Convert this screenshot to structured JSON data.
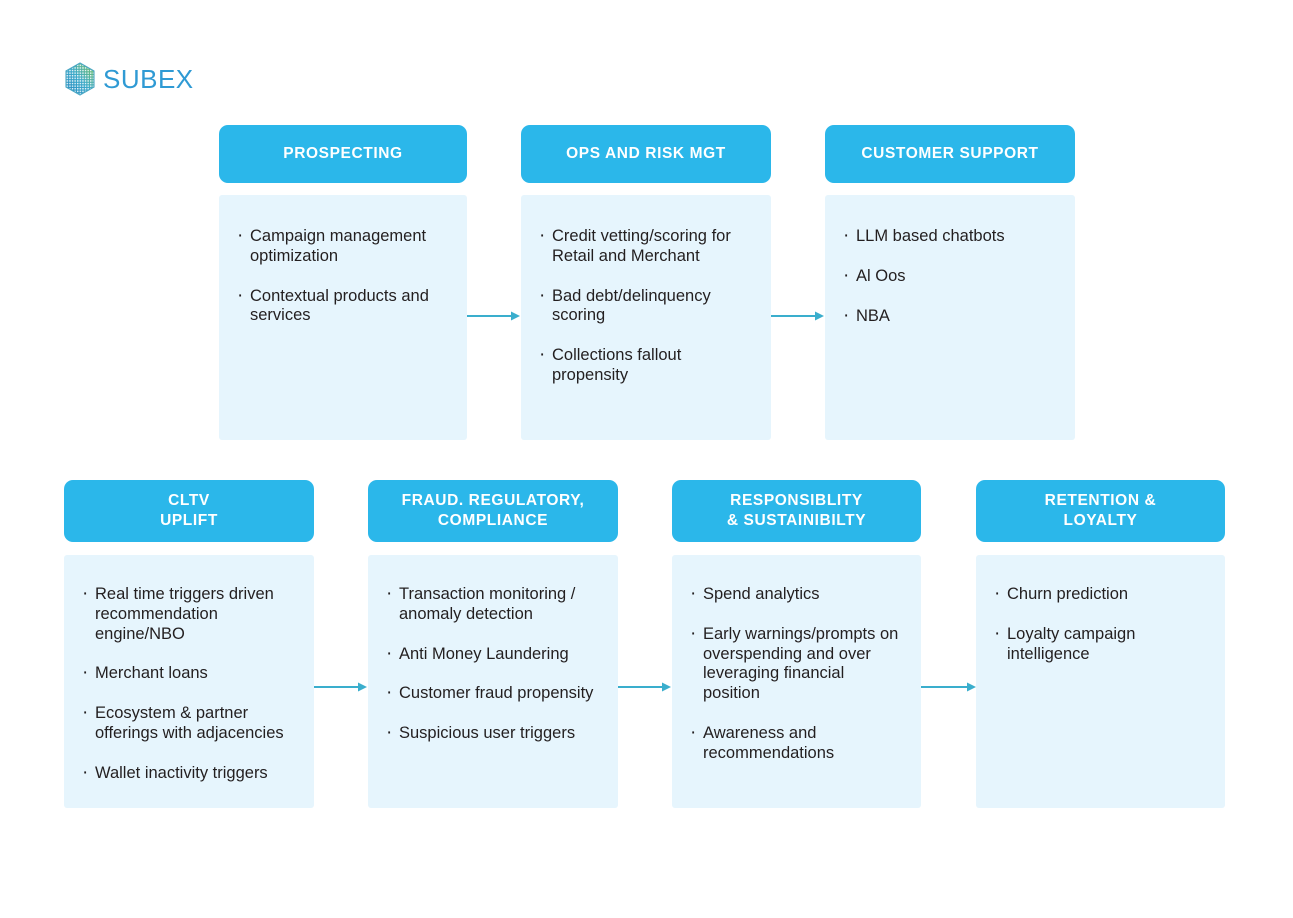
{
  "brand": {
    "name": "SUBEX",
    "logo_icon": "subex-hexagon-logo",
    "wordmark_color": "#2f9ad4",
    "accent_color": "#2bb7ea",
    "card_background_color": "#e6f5fd",
    "arrow_color": "#3aaecd"
  },
  "rows": [
    {
      "id": "row-1",
      "cards": [
        {
          "id": "prospecting",
          "title": "PROSPECTING",
          "items": [
            "Campaign management optimization",
            "Contextual products and services"
          ]
        },
        {
          "id": "ops-and-risk-mgt",
          "title": "OPS AND RISK MGT",
          "items": [
            "Credit vetting/scoring for Retail and Merchant",
            "Bad debt/delinquency scoring",
            "Collections fallout propensity"
          ]
        },
        {
          "id": "customer-support",
          "title": "CUSTOMER SUPPORT",
          "items": [
            "LLM based chatbots",
            "Al Oos",
            "NBA"
          ]
        }
      ]
    },
    {
      "id": "row-2",
      "cards": [
        {
          "id": "cltv-uplift",
          "title_line1": "CLTV",
          "title_line2": "UPLIFT",
          "items": [
            "Real time triggers driven recommendation engine/NBO",
            "Merchant loans",
            "Ecosystem & partner offerings with adjacencies",
            "Wallet inactivity triggers"
          ]
        },
        {
          "id": "fraud-regulatory-compliance",
          "title_line1": "FRAUD. REGULATORY,",
          "title_line2": "COMPLIANCE",
          "items": [
            "Transaction monitoring / anomaly detection",
            "Anti Money Laundering",
            "Customer fraud propensity",
            "Suspicious user triggers"
          ]
        },
        {
          "id": "responsiblity-sustainibilty",
          "title_line1": "RESPONSIBLITY",
          "title_line2": "& SUSTAINIBILTY",
          "items": [
            "Spend analytics",
            "Early warnings/prompts on overspending and over leveraging financial position",
            "Awareness and recommendations"
          ]
        },
        {
          "id": "retention-loyalty",
          "title_line1": "RETENTION &",
          "title_line2": "LOYALTY",
          "items": [
            "Churn prediction",
            "Loyalty campaign intelligence"
          ]
        }
      ]
    }
  ]
}
